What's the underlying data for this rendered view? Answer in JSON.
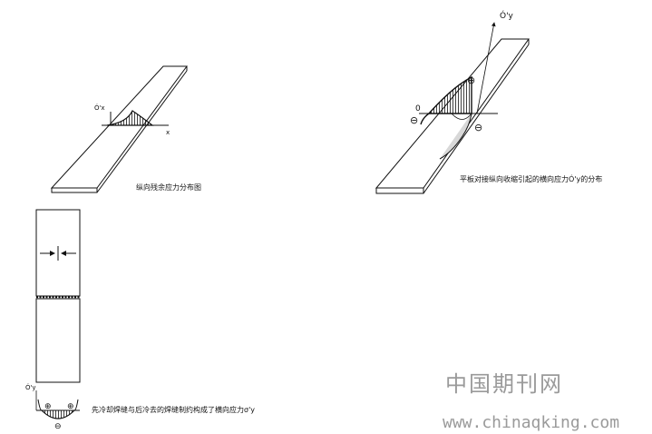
{
  "diagram1": {
    "axis_sigma": "Ó'x",
    "axis_x": "x",
    "caption": "纵向残余应力分布图"
  },
  "diagram2": {
    "axis_sigma": "Ó'y",
    "zero": "0",
    "sign_plus": "⊕",
    "sign_minus_left": "⊖",
    "sign_minus_right": "⊖",
    "caption": "平板对接纵向收缩引起的横向应力Ó'y的分布"
  },
  "diagram3": {
    "axis_sigma": "Ó'y",
    "sign_left": "⊕",
    "sign_right": "⊕",
    "sign_bottom": "⊖",
    "caption": "先冷却焊缝与后冷去的焊缝制约构成了横向应力σ'y"
  },
  "watermark": {
    "title": "中国期刊网",
    "url": "www.chinaqking.com"
  }
}
